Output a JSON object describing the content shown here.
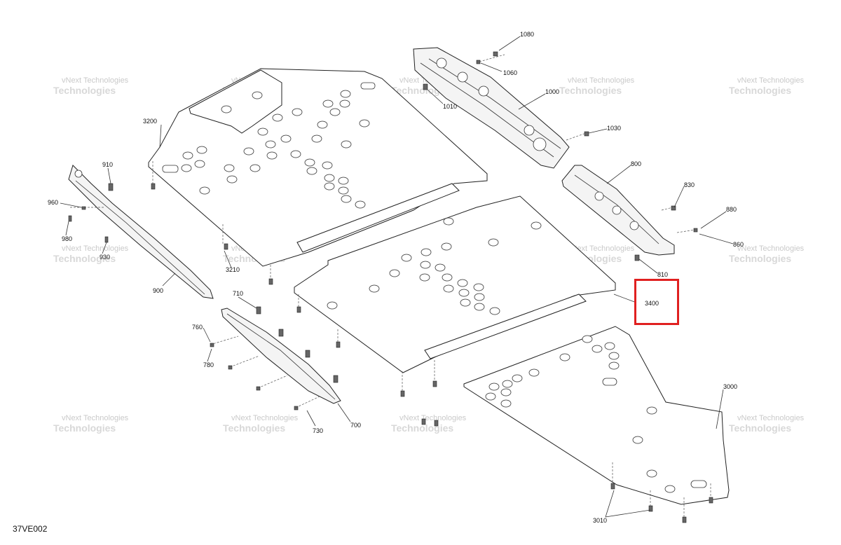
{
  "diagram_code": "37VE002",
  "watermark": {
    "line1": "vNext Technologies",
    "line2": "Technologies"
  },
  "callouts": {
    "c1080": "1080",
    "c1060": "1060",
    "c1000": "1000",
    "c1010": "1010",
    "c1030": "1030",
    "c800": "800",
    "c830": "830",
    "c880": "880",
    "c860": "860",
    "c810": "810",
    "c3200": "3200",
    "c3210": "3210",
    "c3400": "3400",
    "c3000": "3000",
    "c3010": "3010",
    "c910": "910",
    "c960": "960",
    "c980": "980",
    "c930": "930",
    "c900": "900",
    "c710": "710",
    "c760": "760",
    "c780": "780",
    "c730": "730",
    "c700": "700"
  },
  "highlight": {
    "target": "3400",
    "color": "#e02020"
  }
}
